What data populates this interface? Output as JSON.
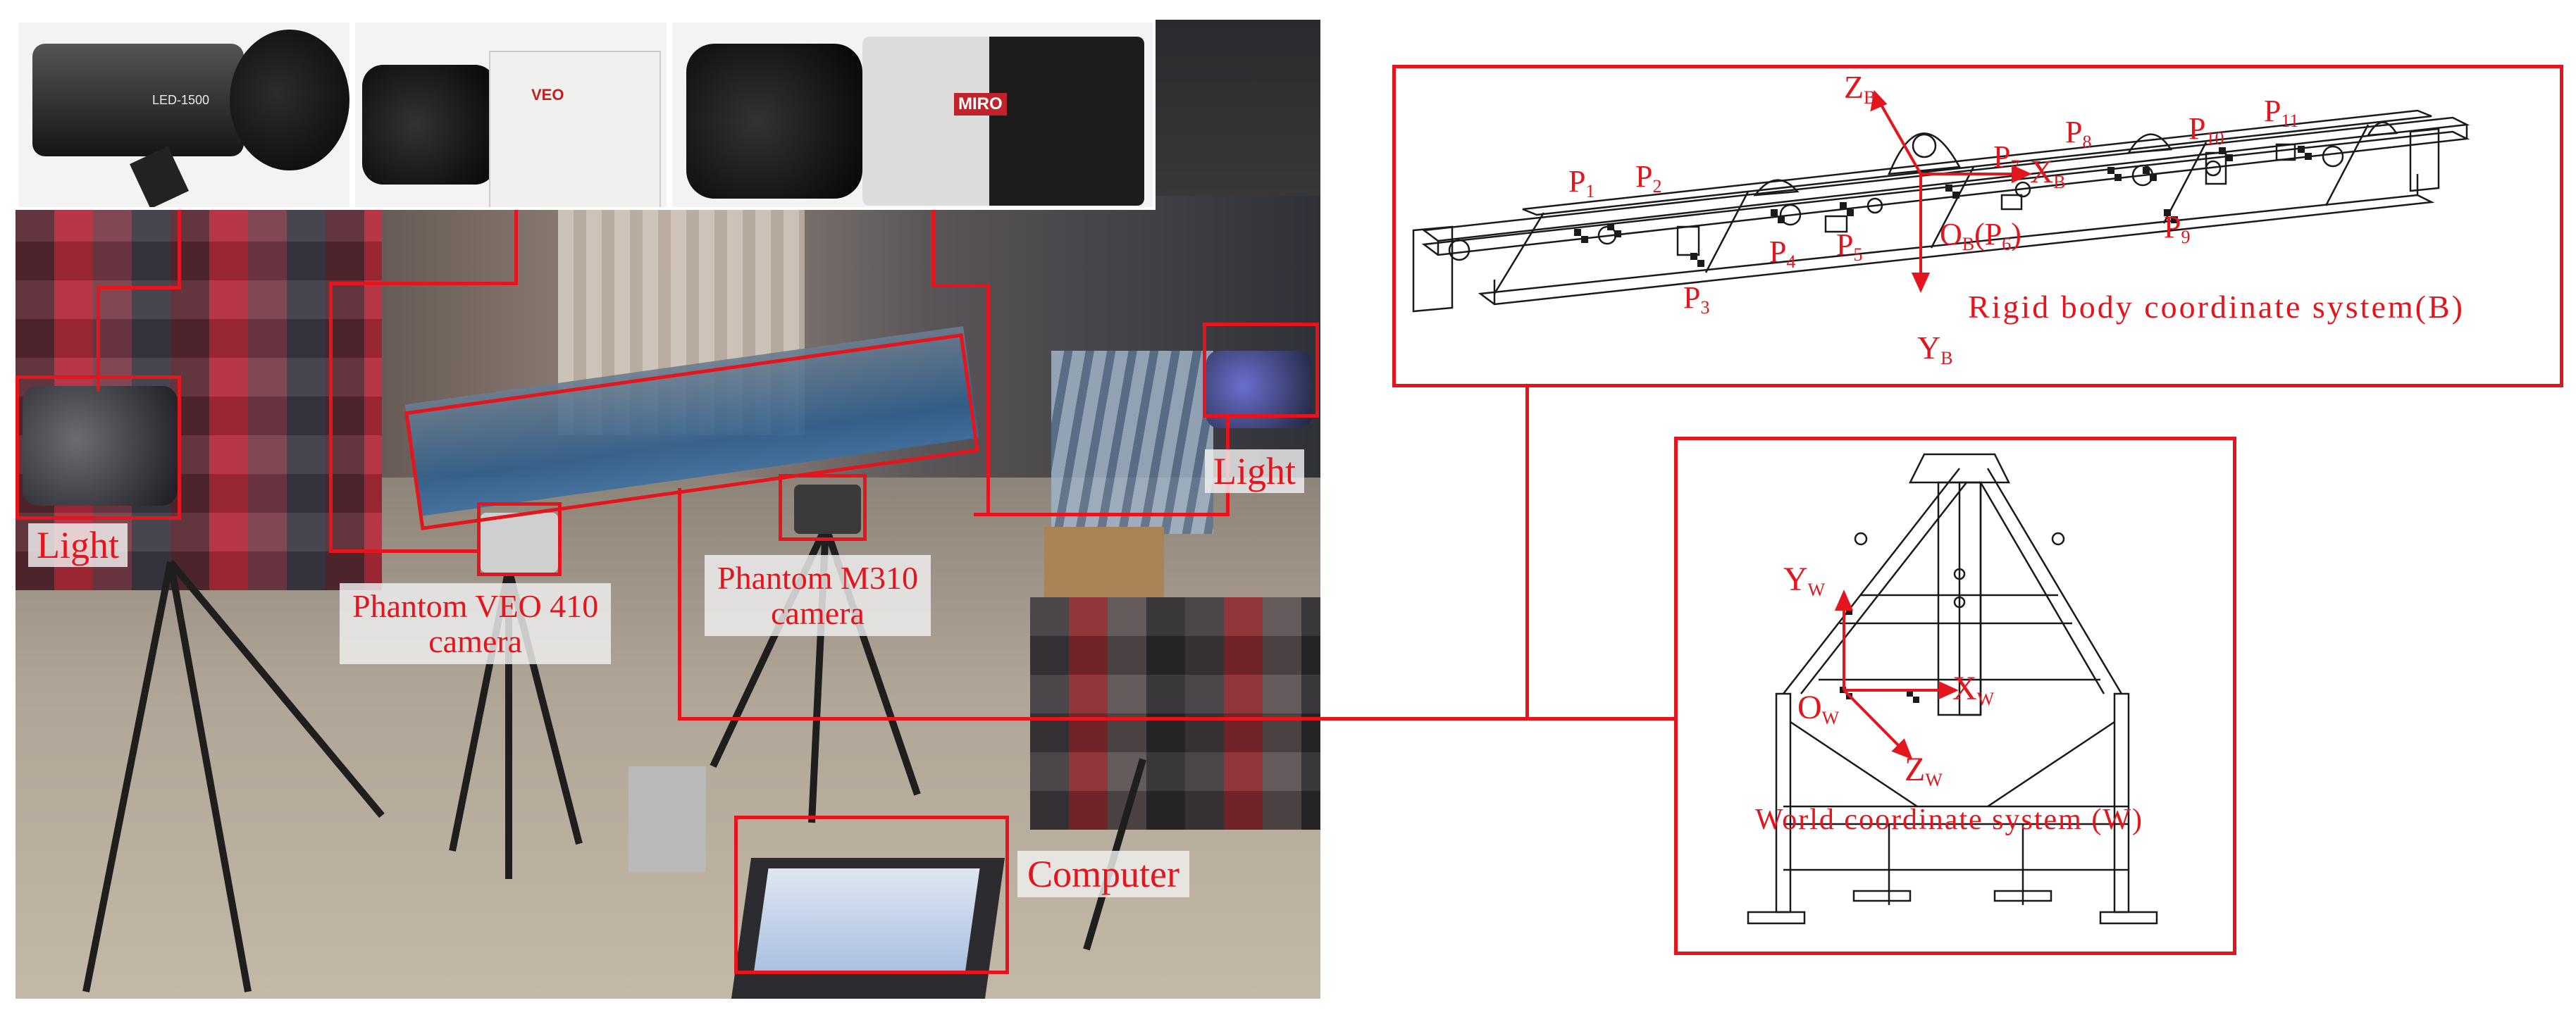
{
  "photo_labels": {
    "light_left": "Light",
    "light_right": "Light",
    "camera_veo_line1": "Phantom VEO 410",
    "camera_veo_line2": "camera",
    "camera_m310_line1": "Phantom M310",
    "camera_m310_line2": "camera",
    "computer": "Computer"
  },
  "thumb_text": {
    "light_model": "LED-1500",
    "veo_badge": "VEO",
    "miro_badge": "MIRO"
  },
  "rigid_body": {
    "title": "Rigid body coordinate system(B)",
    "points": [
      "P",
      "P",
      "P",
      "P",
      "P",
      "P",
      "P",
      "P",
      "P",
      "P"
    ],
    "point_subs": [
      "1",
      "2",
      "3",
      "4",
      "5",
      "7",
      "8",
      "9",
      "10",
      "11"
    ],
    "origin": "O",
    "origin_sub": "B",
    "origin_paren": "(P",
    "origin_paren_sub": "6",
    "origin_close": ")",
    "axis_x": "X",
    "axis_y": "Y",
    "axis_z": "Z",
    "axis_sub": "B"
  },
  "world": {
    "title": "World coordinate system (W)",
    "origin": "O",
    "axis_x": "X",
    "axis_y": "Y",
    "axis_z": "Z",
    "axis_sub": "W"
  },
  "colors": {
    "annotation_red": "#e4151c",
    "line_drawing": "#1a1a1a"
  }
}
